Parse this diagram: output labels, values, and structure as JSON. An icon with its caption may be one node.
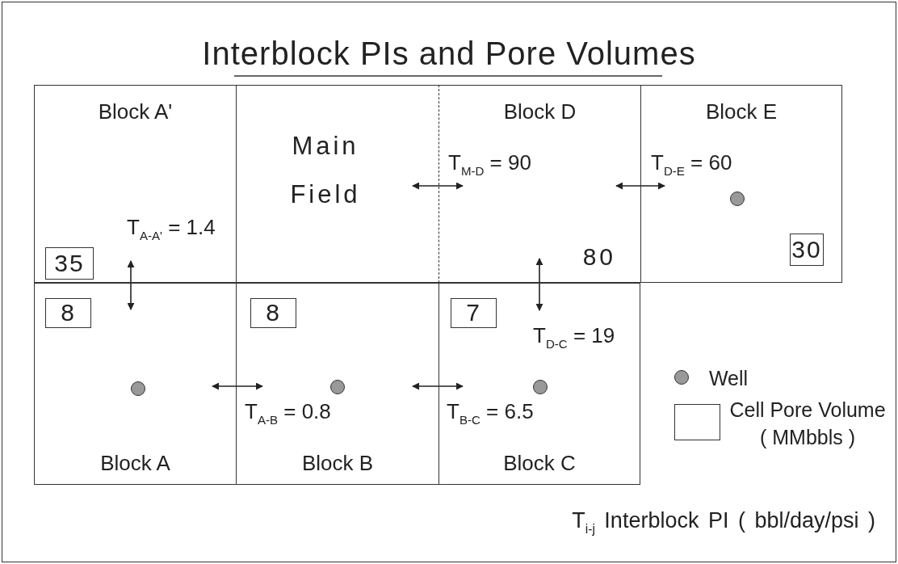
{
  "diagram": {
    "title": "Interblock PIs and Pore Volumes",
    "nodes": [
      {
        "text": [
          "Block A'"
        ]
      },
      {
        "text": [
          "35"
        ],
        "in": 0
      },
      {
        "text": [
          "Main Field"
        ]
      },
      {
        "text": [
          "Block D",
          "80"
        ]
      },
      {
        "text": [
          "Block E"
        ]
      },
      {
        "text": [
          "30"
        ],
        "in": 4
      },
      {
        "text": [],
        "shape": "circle",
        "in": 4
      },
      {
        "text": [
          "Block A"
        ]
      },
      {
        "text": [
          "8"
        ],
        "in": 7
      },
      {
        "text": [],
        "shape": "circle",
        "in": 7
      },
      {
        "text": [
          "Block B"
        ]
      },
      {
        "text": [
          "8"
        ],
        "in": 10
      },
      {
        "text": [],
        "shape": "circle",
        "in": 10
      },
      {
        "text": [
          "Block C"
        ]
      },
      {
        "text": [
          "7"
        ],
        "in": 13
      },
      {
        "text": [],
        "shape": "circle",
        "in": 13
      }
    ],
    "edges": [
      {
        "from": 0,
        "to": 7,
        "arrow": "both",
        "label": "T$_{A-A'}$ = 1.4"
      },
      {
        "from": 2,
        "to": 3,
        "arrow": "both",
        "label": "T$_{M-D}$ = 90"
      },
      {
        "from": 3,
        "to": 4,
        "arrow": "both",
        "label": "T$_{D-E}$ = 60"
      },
      {
        "from": 3,
        "to": 13,
        "arrow": "both",
        "label": "T$_{D-C}$ = 19"
      },
      {
        "from": 7,
        "to": 10,
        "arrow": "both",
        "label": "T$_{A-B}$ = 0.8"
      },
      {
        "from": 10,
        "to": 13,
        "arrow": "both",
        "label": "T$_{B-C}$ = 6.5"
      }
    ],
    "labels": [
      "T$_{i-j}$ Interblock PI ( bbl/day/psi )"
    ],
    "legend": [
      {
        "text": "Well"
      },
      {
        "text": "Cell Pore Volume ( MMbbls )"
      }
    ]
  }
}
